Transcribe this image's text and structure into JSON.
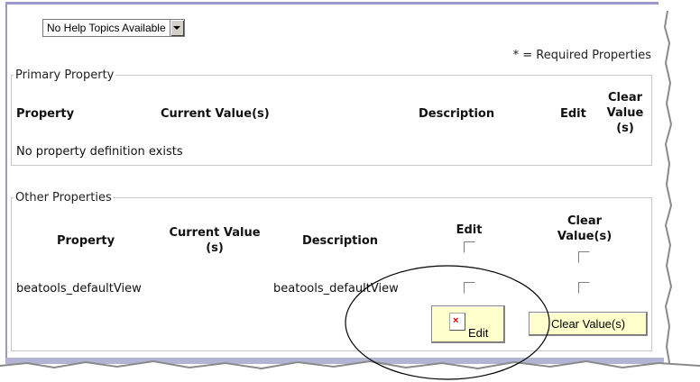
{
  "help_topics": {
    "selected": "No Help Topics Available"
  },
  "required_note": "* = Required Properties",
  "primary": {
    "legend": "Primary Property",
    "headers": {
      "property": "Property",
      "current_value": "Current Value(s)",
      "description": "Description",
      "edit": "Edit",
      "clear_line1": "Clear",
      "clear_line2": "Value",
      "clear_line3": "(s)"
    },
    "empty_message": "No property definition exists"
  },
  "other": {
    "legend": "Other Properties",
    "headers": {
      "property": "Property",
      "current_value_line1": "Current Value",
      "current_value_line2": "(s)",
      "description": "Description",
      "edit": "Edit",
      "clear_line1": "Clear",
      "clear_line2": "Value(s)"
    },
    "rows": [
      {
        "property": "beatools_defaultView",
        "current_value": "",
        "description": "beatools_defaultView"
      }
    ],
    "edit_button": {
      "label": "Edit",
      "icon": "broken-image-icon"
    },
    "clear_button": {
      "label": "Clear Value(s)"
    }
  },
  "colors": {
    "button_bg": "#ffffcc",
    "frame": "#9a9ac8"
  }
}
